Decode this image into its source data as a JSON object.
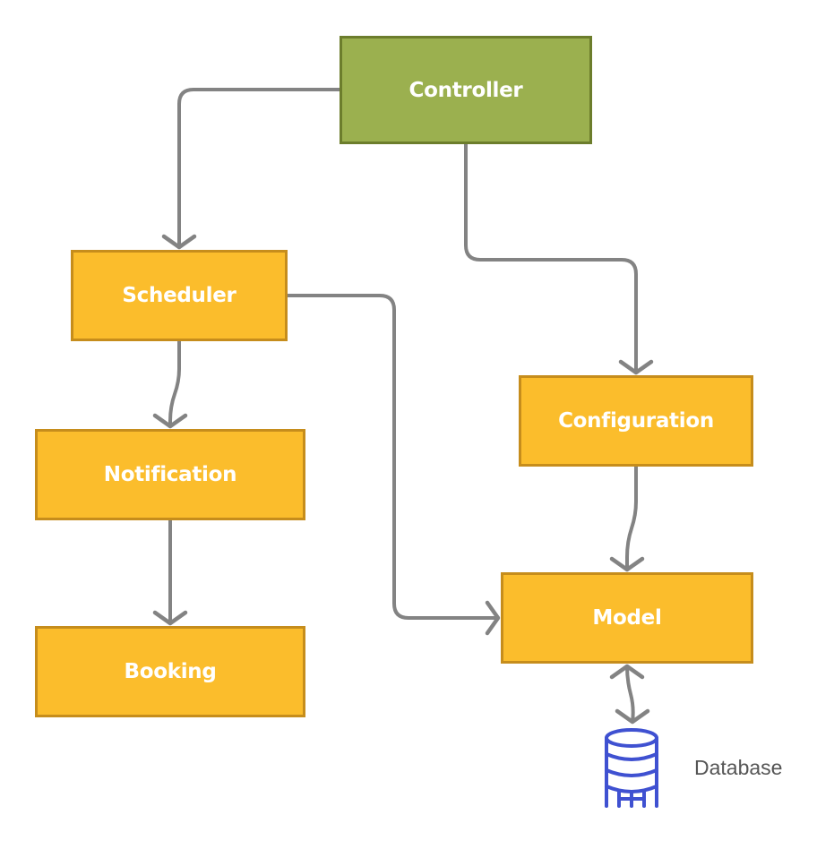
{
  "nodes": {
    "controller": {
      "label": "Controller"
    },
    "scheduler": {
      "label": "Scheduler"
    },
    "notification": {
      "label": "Notification"
    },
    "booking": {
      "label": "Booking"
    },
    "configuration": {
      "label": "Configuration"
    },
    "model": {
      "label": "Model"
    }
  },
  "database": {
    "label": "Database",
    "icon": "database-icon"
  },
  "edges": [
    {
      "from": "Controller",
      "to": "Scheduler"
    },
    {
      "from": "Controller",
      "to": "Configuration"
    },
    {
      "from": "Scheduler",
      "to": "Notification"
    },
    {
      "from": "Scheduler",
      "to": "Model"
    },
    {
      "from": "Notification",
      "to": "Booking"
    },
    {
      "from": "Configuration",
      "to": "Model"
    },
    {
      "from": "Model",
      "to": "Database",
      "bidirectional": true
    }
  ],
  "colors": {
    "controller_fill": "#9bb04f",
    "controller_border": "#6c7d2c",
    "module_fill": "#fbbd2c",
    "module_border": "#c68d1c",
    "connector": "#838383",
    "database_icon": "#3f51d1",
    "label_text": "#ffffff"
  }
}
